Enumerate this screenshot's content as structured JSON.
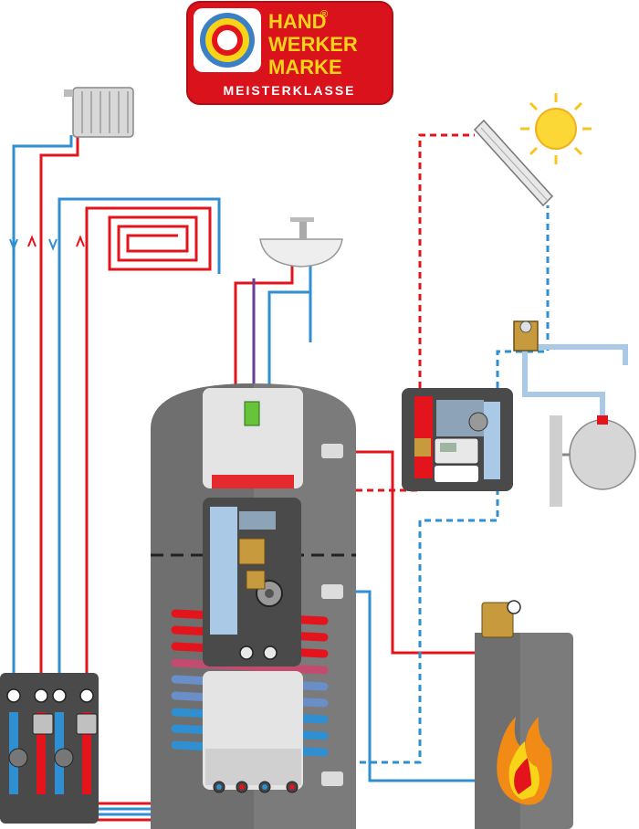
{
  "logo": {
    "line1": "HAND",
    "registered": "®",
    "line2": "WERKER",
    "line3": "MARKE",
    "tagline": "MEISTERKLASSE"
  },
  "colors": {
    "hot_pipe": "#e3141b",
    "cold_pipe": "#2f8fd0",
    "pipe_light": "#a9c9e6",
    "tank": "#7b7b7b",
    "tank_dark": "#5e5e5e",
    "panel": "#4a4a4a",
    "brand_red": "#d9121b",
    "brand_yellow": "#f7d417",
    "flame_orange": "#f28a16",
    "boiler_purple": "#6a3d9a"
  },
  "icons": [
    "radiator-icon",
    "underfloor-heating-icon",
    "wash-basin-icon",
    "solar-collector-icon",
    "sun-icon",
    "expansion-vessel-icon",
    "boiler-icon",
    "flame-icon",
    "pressure-gauge-icon",
    "pump-icon"
  ]
}
